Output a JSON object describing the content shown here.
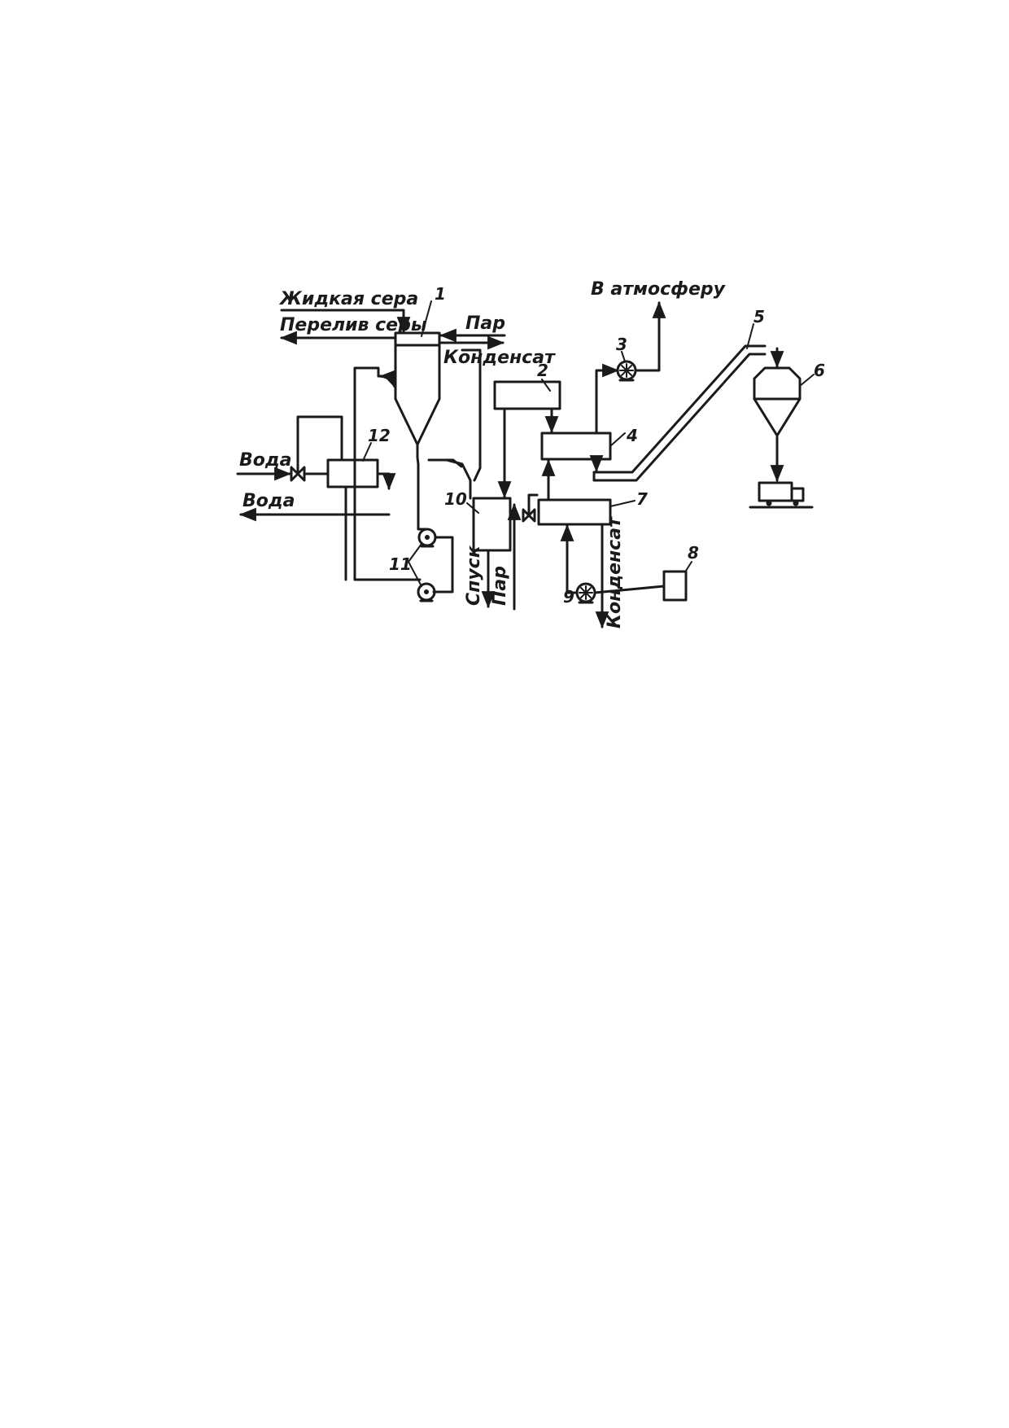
{
  "flow_labels": {
    "liquid_sulfur_in": "Жидкая сера",
    "sulfur_overflow": "Перелив серы",
    "steam_top": "Пар",
    "condensate_top": "Конденсат",
    "to_atmosphere": "В атмосферу",
    "water_in": "Вода",
    "water_out": "Вода",
    "drain": "Спуск",
    "steam_bottom": "Пар",
    "condensate_bottom": "Конденсат"
  },
  "equipment_numbers": {
    "n1": "1",
    "n2": "2",
    "n3": "3",
    "n4": "4",
    "n5": "5",
    "n6": "6",
    "n7": "7",
    "n8": "8",
    "n9": "9",
    "n10": "10",
    "n11": "11",
    "n12": "12"
  }
}
